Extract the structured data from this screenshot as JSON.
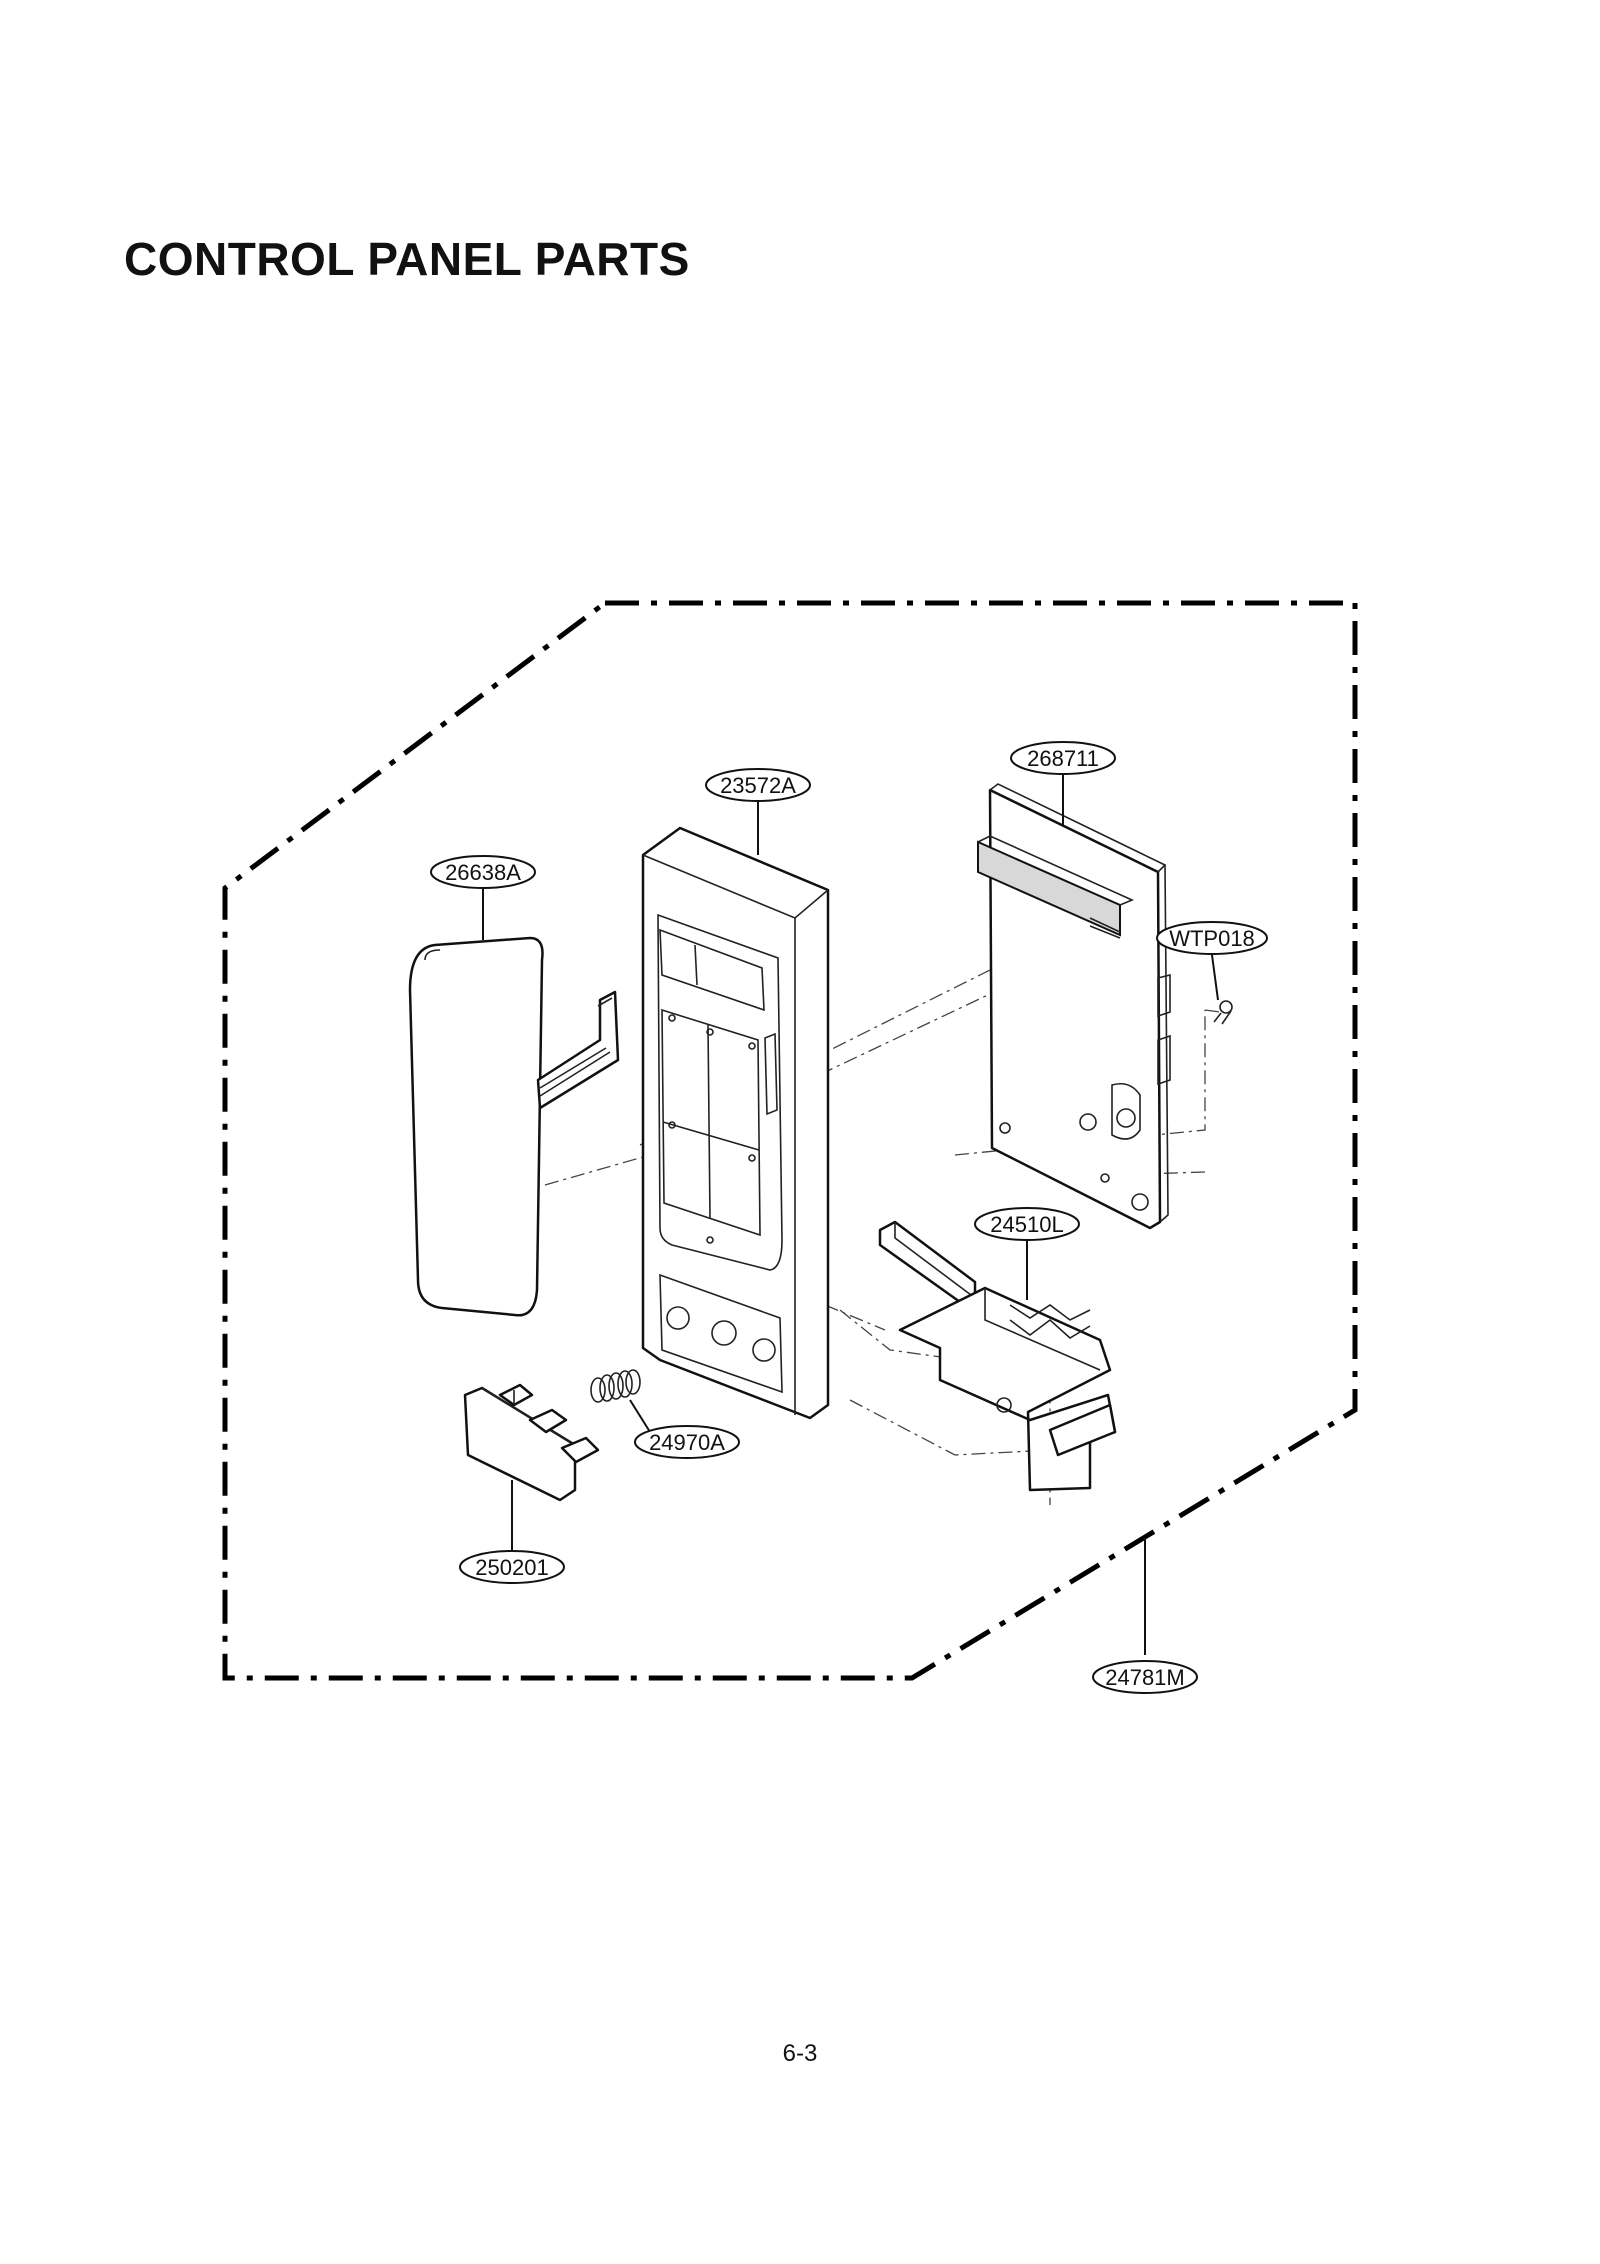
{
  "page": {
    "title": "CONTROL PANEL PARTS",
    "page_number": "6-3"
  },
  "diagram": {
    "part_labels": {
      "control_panel": "23572A",
      "pcb_assembly": "268711",
      "membrane_switch": "26638A",
      "screw": "WTP018",
      "door_button_lever": "24510L",
      "spring": "24970A",
      "door_button": "250201",
      "control_panel_assembly": "24781M"
    }
  }
}
